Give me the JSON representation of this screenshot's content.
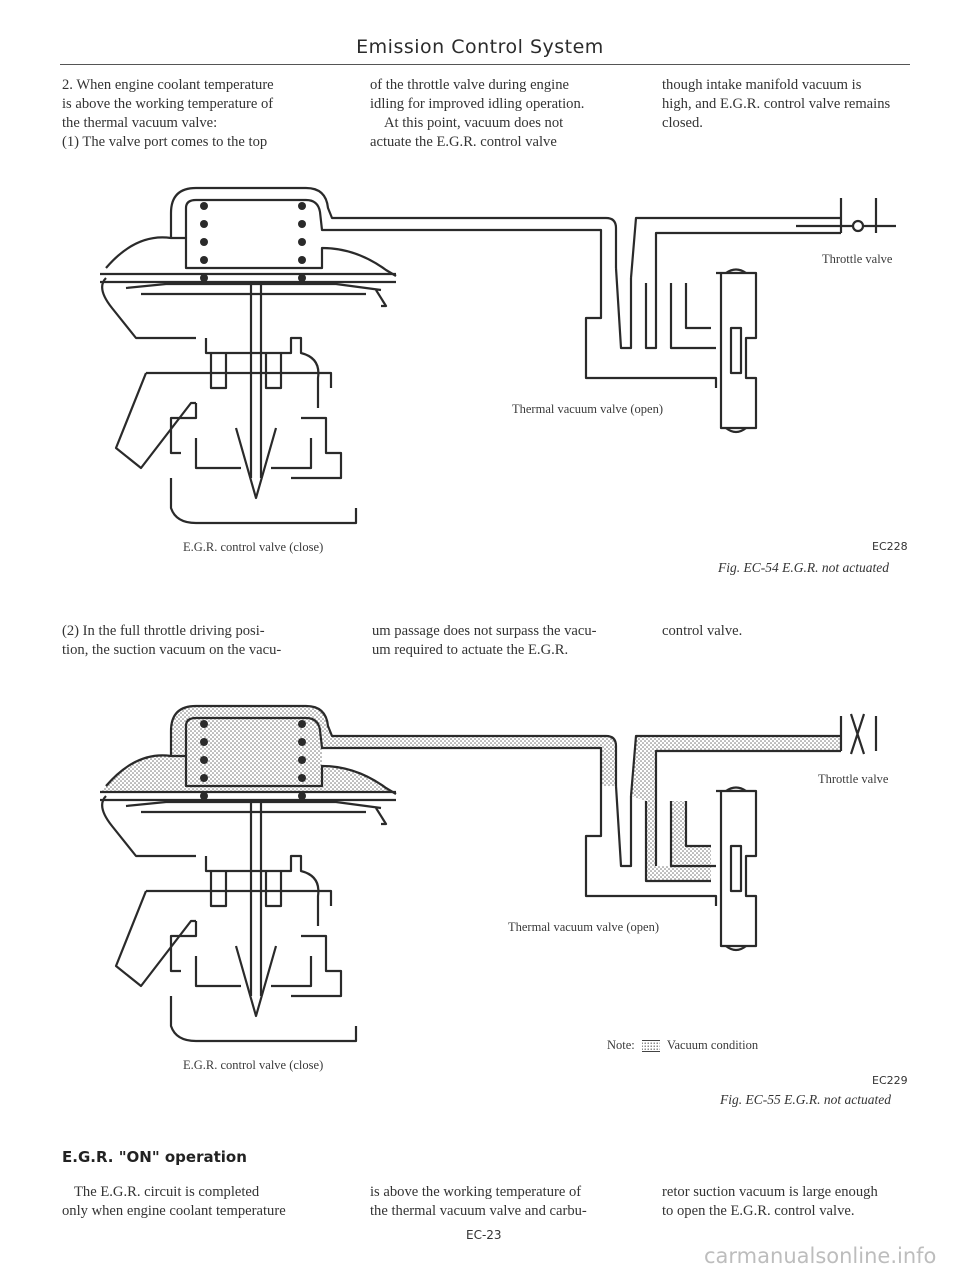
{
  "header": {
    "title": "Emission Control System"
  },
  "section1": {
    "col1": [
      "2.  When engine coolant temperature",
      "is above the working temperature of",
      "the thermal vacuum valve:",
      "(1)   The valve port comes to the top"
    ],
    "col2": [
      "of  the  throttle  valve  during  engine",
      "idling for improved idling operation.",
      "At  this  point,  vacuum  does  not",
      "actuate   the   E.G.R.   control   valve"
    ],
    "col3": [
      "though  intake  manifold  vacuum  is",
      "high, and E.G.R. control valve remains",
      "closed."
    ]
  },
  "figure1": {
    "label_throttle": "Throttle valve",
    "label_thermal": "Thermal vacuum valve (open)",
    "label_egr": "E.G.R. control valve (close)",
    "code": "EC228",
    "caption": "Fig. EC-54  E.G.R. not actuated"
  },
  "section2": {
    "col1": [
      "(2)   In the full throttle driving posi-",
      "tion, the suction vacuum on the vacu-"
    ],
    "col2": [
      "um passage does not surpass the vacu-",
      "um  required  to  actuate  the  E.G.R."
    ],
    "col3": [
      "control valve."
    ]
  },
  "figure2": {
    "label_throttle": "Throttle valve",
    "label_thermal": "Thermal vacuum valve (open)",
    "label_egr": "E.G.R. control valve (close)",
    "note_prefix": "Note:",
    "note_text": "Vacuum condition",
    "code": "EC229",
    "caption": "Fig. EC-55  E.G.R. not actuated"
  },
  "section3": {
    "heading": "E.G.R. \"ON\" operation",
    "col1": [
      "The  E.G.R.  circuit  is  completed",
      "only when engine coolant temperature"
    ],
    "col2": [
      "is  above  the  working  temperature  of",
      "the  thermal  vacuum  valve  and  carbu-"
    ],
    "col3": [
      "retor  suction  vacuum  is  large  enough",
      "to open the E.G.R. control valve."
    ]
  },
  "footer": {
    "page": "EC-23"
  },
  "watermark": "carmanualsonline.info"
}
